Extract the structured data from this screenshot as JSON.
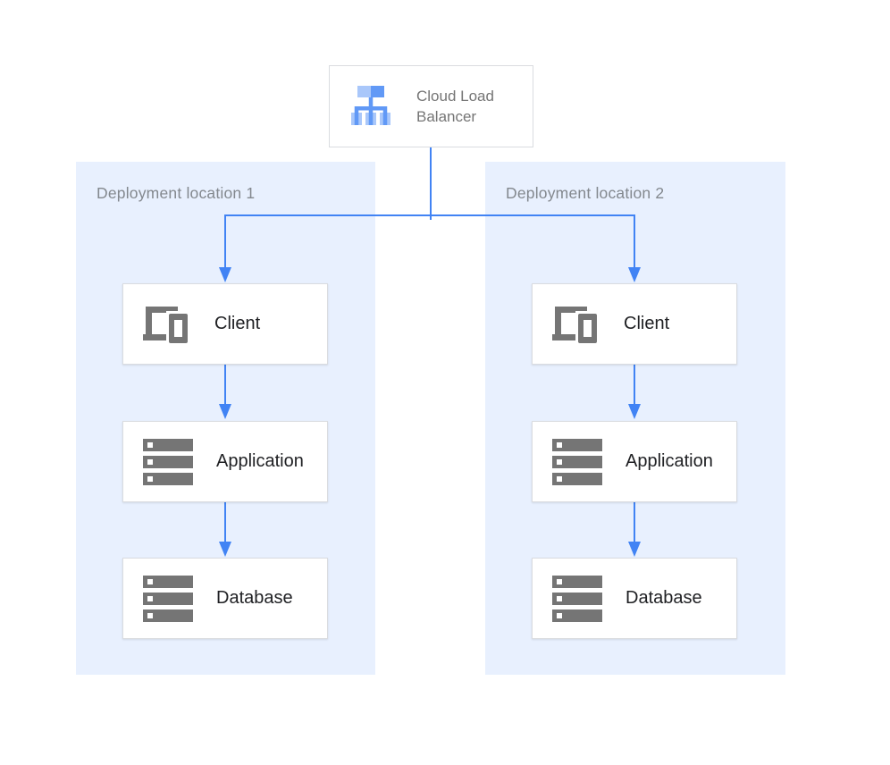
{
  "load_balancer": {
    "label": "Cloud Load Balancer"
  },
  "locations": [
    {
      "title": "Deployment location 1",
      "nodes": [
        {
          "label": "Client"
        },
        {
          "label": "Application"
        },
        {
          "label": "Database"
        }
      ]
    },
    {
      "title": "Deployment location 2",
      "nodes": [
        {
          "label": "Client"
        },
        {
          "label": "Application"
        },
        {
          "label": "Database"
        }
      ]
    }
  ],
  "icons": {
    "load_balancer": "cloud-load-balancer-icon",
    "client": "devices-icon",
    "application": "server-stack-icon",
    "database": "server-stack-icon"
  },
  "colors": {
    "panel_bg": "#E8F0FE",
    "arrow": "#4183F4",
    "box_border": "#DADCE0",
    "box_bg": "#FFFFFF",
    "icon_gray": "#757575",
    "lb_light": "#A9C7FA",
    "lb_mid": "#6199F6",
    "title_text": "#83888E",
    "label_text": "#202124",
    "lb_text": "#757575",
    "page_bg": "#FFFFFF"
  }
}
